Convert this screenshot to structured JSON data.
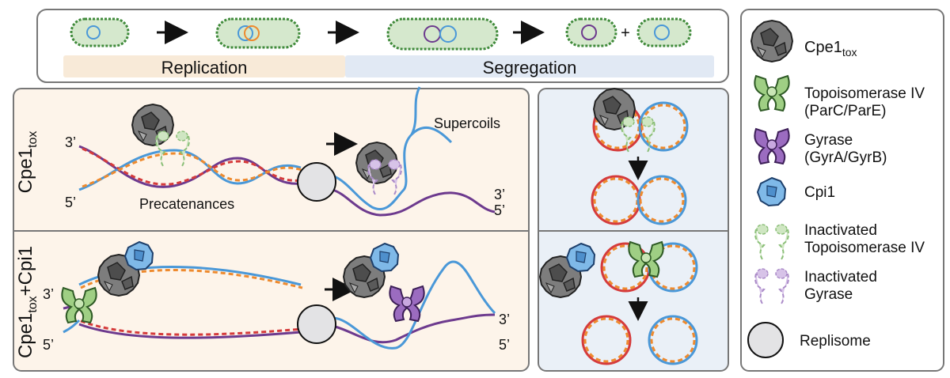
{
  "top": {
    "plus": "+",
    "stage_replication": "Replication",
    "stage_segregation": "Segregation"
  },
  "rows": {
    "row1_label_main": "Cpe1",
    "row1_label_sub": "tox",
    "row2_label_main": "Cpe1",
    "row2_label_sub": "tox",
    "row2_label_suffix": "+Cpi1"
  },
  "row1": {
    "end_3_left": "3’",
    "end_5_left": "5’",
    "precatenanes": "Precatenances",
    "supercoils": "Supercoils",
    "end_3_right": "3’",
    "end_5_right": "5’"
  },
  "row2": {
    "end_3_left": "3’",
    "end_5_left": "5’",
    "end_3_right": "3’",
    "end_5_right": "5’"
  },
  "legend": {
    "items": [
      {
        "line1": "Cpe1",
        "sub": "tox"
      },
      {
        "line1": "Topoisomerase IV",
        "line2": "(ParC/ParE)"
      },
      {
        "line1": "Gyrase",
        "line2": "(GyrA/GyrB)"
      },
      {
        "line1": "Cpi1"
      },
      {
        "line1": "Inactivated",
        "line2": "Topoisomerase IV"
      },
      {
        "line1": "Inactivated",
        "line2": "Gyrase"
      },
      {
        "line1": "Replisome"
      }
    ]
  },
  "colors": {
    "cell_fill": "#d5e8cd",
    "cell_outline": "#3f8a3a",
    "replication_band": "#f8ead8",
    "segregation_band": "#e1e9f4",
    "panel_left_bg": "#fdf4ea",
    "panel_mid_bg": "#eaf0f7",
    "dna_red": "#d53b3b",
    "dna_orange": "#ee8a2e",
    "dna_blue": "#4a98d8",
    "dna_purple": "#6d3a8e",
    "toxin_gray": "#7d7d7d",
    "topo_green": "#9fcf84",
    "gyrase_purple": "#9b6cc0",
    "cpi1_blue": "#7fb9e8",
    "replisome_gray": "#e3e3e5"
  }
}
